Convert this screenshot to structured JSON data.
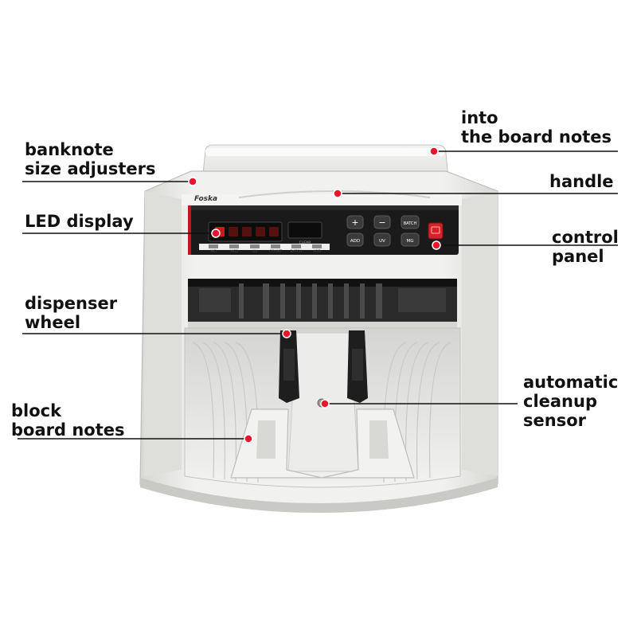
{
  "brand": "Foska",
  "panel_labels": {
    "display": [
      "MG",
      "MG2",
      "UV",
      "COUNT",
      "BATCH",
      "ADD"
    ],
    "clear": "CLEAR"
  },
  "buttons": {
    "plus": "+",
    "minus": "−",
    "batch": "BATCH",
    "add": "ADD",
    "uv": "UV",
    "mg": "MG"
  },
  "callouts": {
    "banknote_size_adjusters": [
      "banknote",
      "size adjusters"
    ],
    "into_board_notes": [
      "into",
      "the board notes"
    ],
    "handle": "handle",
    "led_display": "LED display",
    "control_panel": [
      "control",
      "panel"
    ],
    "dispenser_wheel": [
      "dispenser",
      "wheel"
    ],
    "automatic_cleanup_sensor": [
      "automatic",
      "cleanup",
      "sensor"
    ],
    "block_board_notes": [
      "block",
      "board notes"
    ]
  },
  "colors": {
    "callout_dot": "#e8162c",
    "panel_dark": "#1a1a1a",
    "panel_red": "#c8141e",
    "body": "#ececeb"
  }
}
